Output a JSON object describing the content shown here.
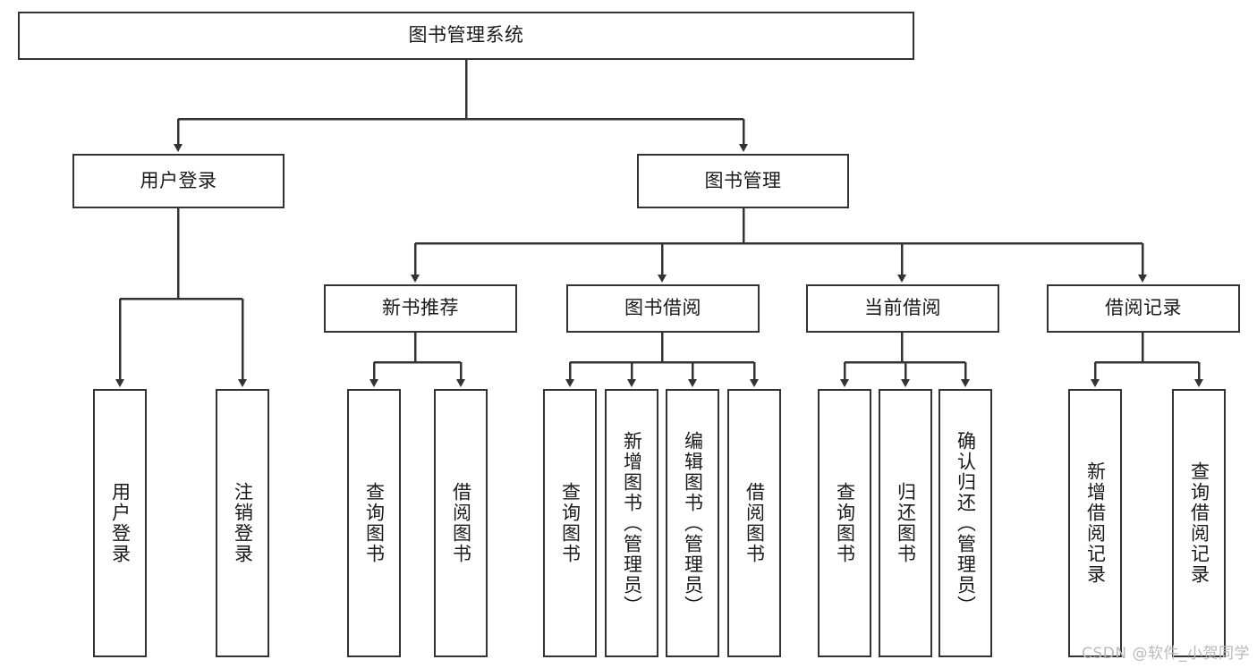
{
  "diagram": {
    "type": "tree-hierarchy",
    "title": "图书管理系统",
    "watermark": "CSDN @软件_小贺同学",
    "colors": {
      "stroke": "#333333",
      "fill": "#ffffff",
      "text": "#1a1a1a",
      "watermark": "#b9b9b9"
    },
    "levels": {
      "root": {
        "label": "图书管理系统"
      },
      "level2": [
        {
          "id": "user-login",
          "label": "用户登录"
        },
        {
          "id": "book-management",
          "label": "图书管理"
        }
      ],
      "level3": [
        {
          "id": "new-book-recommend",
          "label": "新书推荐",
          "parent": "book-management"
        },
        {
          "id": "book-borrow",
          "label": "图书借阅",
          "parent": "book-management"
        },
        {
          "id": "current-borrow",
          "label": "当前借阅",
          "parent": "book-management"
        },
        {
          "id": "borrow-record",
          "label": "借阅记录",
          "parent": "book-management"
        }
      ],
      "leaves": [
        {
          "id": "leaf-user-login",
          "label": "用户登录",
          "parent": "user-login"
        },
        {
          "id": "leaf-logout",
          "label": "注销登录",
          "parent": "user-login"
        },
        {
          "id": "leaf-query-book-1",
          "label": "查询图书",
          "parent": "new-book-recommend"
        },
        {
          "id": "leaf-borrow-book-1",
          "label": "借阅图书",
          "parent": "new-book-recommend"
        },
        {
          "id": "leaf-query-book-2",
          "label": "查询图书",
          "parent": "book-borrow"
        },
        {
          "id": "leaf-add-book",
          "label": "新增图书（管理员）",
          "parent": "book-borrow"
        },
        {
          "id": "leaf-edit-book",
          "label": "编辑图书（管理员）",
          "parent": "book-borrow"
        },
        {
          "id": "leaf-borrow-book-2",
          "label": "借阅图书",
          "parent": "book-borrow"
        },
        {
          "id": "leaf-query-book-3",
          "label": "查询图书",
          "parent": "current-borrow"
        },
        {
          "id": "leaf-return-book",
          "label": "归还图书",
          "parent": "current-borrow"
        },
        {
          "id": "leaf-confirm-return",
          "label": "确认归还（管理员）",
          "parent": "current-borrow"
        },
        {
          "id": "leaf-add-record",
          "label": "新增借阅记录",
          "parent": "borrow-record"
        },
        {
          "id": "leaf-query-record",
          "label": "查询借阅记录",
          "parent": "borrow-record"
        }
      ]
    }
  }
}
